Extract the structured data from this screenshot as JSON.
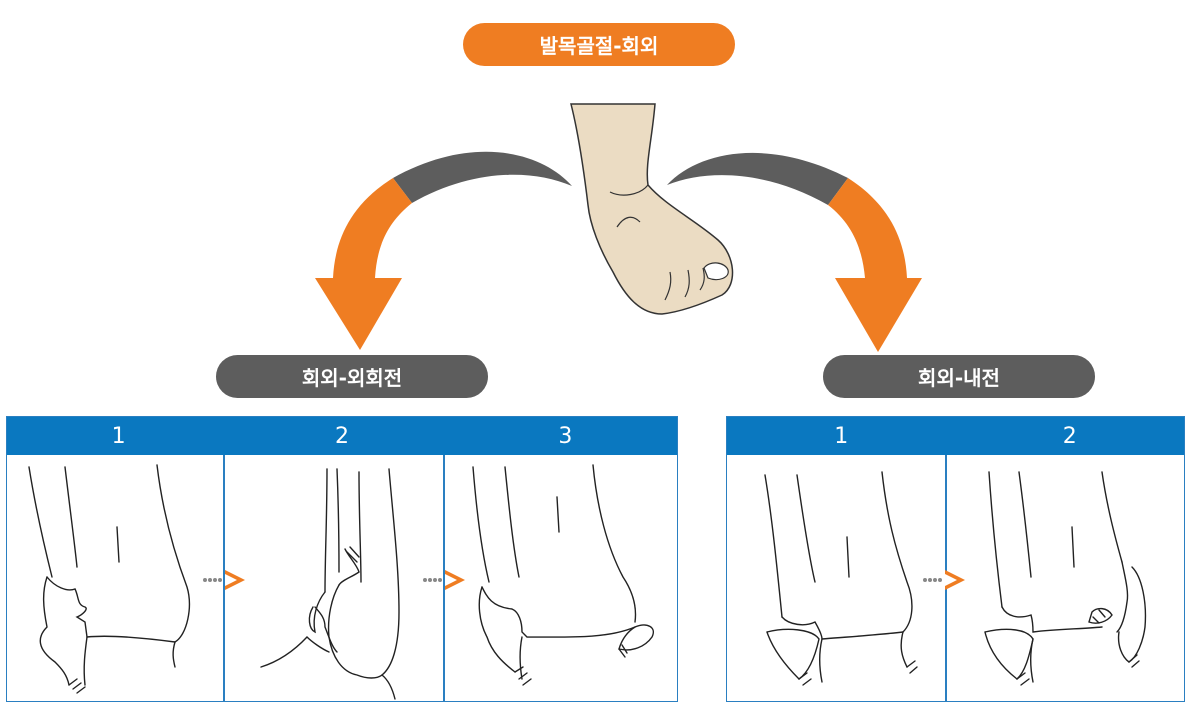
{
  "title": "발목골절-회외",
  "left_group": {
    "label": "회외-외회전",
    "steps": [
      "1",
      "2",
      "3"
    ]
  },
  "right_group": {
    "label": "회외-내전",
    "steps": [
      "1",
      "2"
    ]
  },
  "colors": {
    "orange": "#ef7d22",
    "gray": "#5d5d5d",
    "blue": "#0a78c0",
    "skin": "#ebdcc3"
  }
}
